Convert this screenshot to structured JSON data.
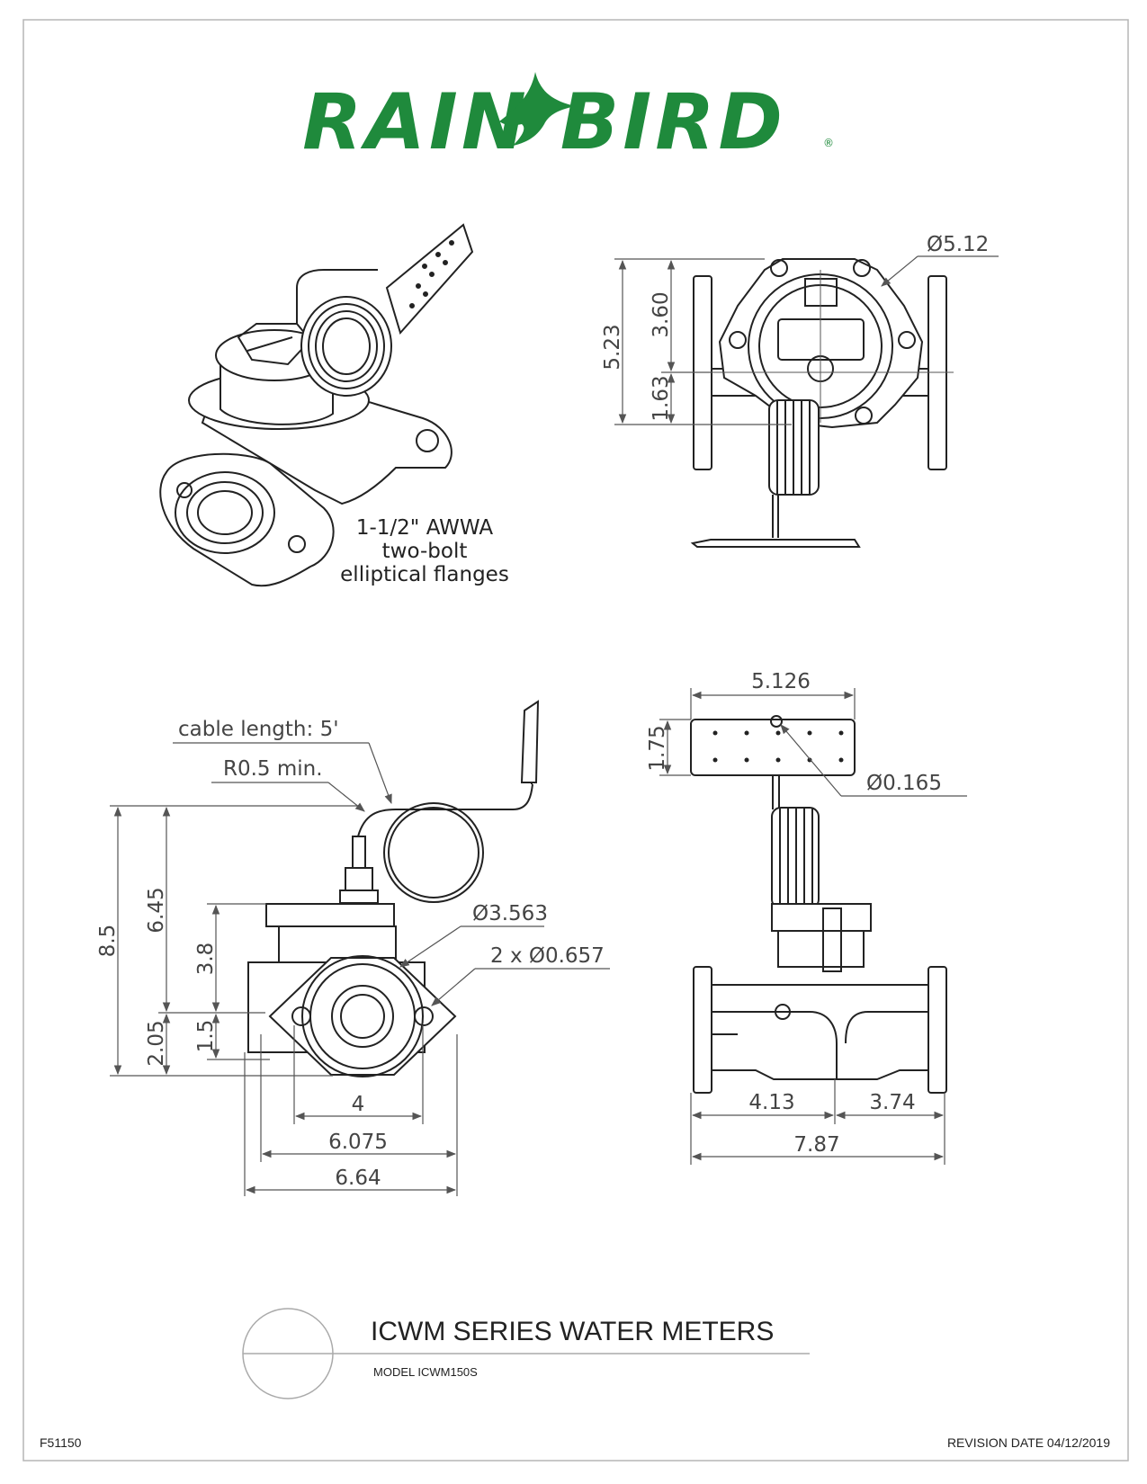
{
  "brand": {
    "logo_text": "RAIN BIRD",
    "registered_mark": "®",
    "logo_color": "#1f8a3c"
  },
  "views": {
    "iso_note": [
      "1-1/2\" AWWA",
      "two-bolt",
      "elliptical flanges"
    ],
    "top_right": {
      "dim_overall": "5.23",
      "dim_upper": "3.60",
      "dim_lower": "1.63",
      "diameter": "Ø5.12"
    },
    "bottom_left": {
      "cable_length": "cable length: 5'",
      "bend_radius": "R0.5 min.",
      "dim_overall": "8.5",
      "dim_6_45": "6.45",
      "dim_3_8": "3.8",
      "dim_2_05": "2.05",
      "dim_1_5": "1.5",
      "diameter_bore": "Ø3.563",
      "bolt_holes": "2 x Ø0.657",
      "dim_4": "4",
      "dim_6_075": "6.075",
      "dim_6_64": "6.64"
    },
    "bottom_right": {
      "dim_width": "5.126",
      "dim_height": "1.75",
      "hole_diameter": "Ø0.165",
      "dim_left": "4.13",
      "dim_right": "3.74",
      "dim_overall": "7.87"
    }
  },
  "title_block": {
    "title": "ICWM SERIES WATER METERS",
    "model": "MODEL ICWM150S",
    "drawing_number": "F51150",
    "revision": "REVISION DATE 04/12/2019"
  },
  "colors": {
    "line": "#555555",
    "dark": "#222222",
    "border": "#b5b5b5"
  }
}
